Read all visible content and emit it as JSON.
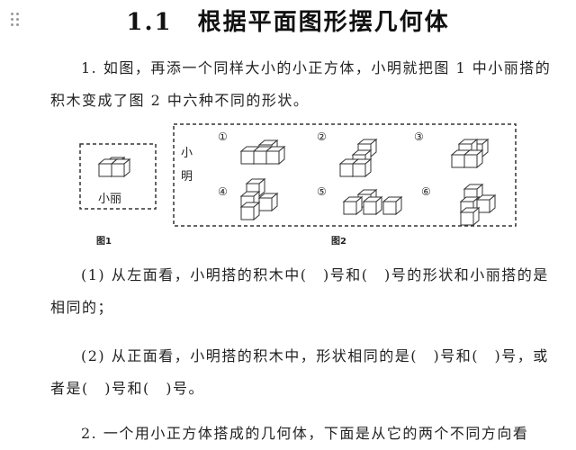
{
  "title": {
    "number": "1.1",
    "text": "根据平面图形摆几何体"
  },
  "paragraphs": {
    "p1": "1. 如图，再添一个同样大小的小正方体，小明就把图 1 中小丽搭的积木变成了图 2 中六种不同的形状。",
    "p2": "(1) 从左面看，小明搭的积木中(　)号和(　)号的形状和小丽搭的是相同的；",
    "p3": "(2) 从正面看，小明搭的积木中，形状相同的是(　)号和(　)号，或者是(　)号和(　)号。",
    "p4": "2. 一个用小正方体搭成的几何体，下面是从它的两个不同方向看"
  },
  "figure": {
    "xiaoli_label": "小丽",
    "xiaoming_label": "小明",
    "fig1_caption": "图1",
    "fig2_caption": "图2",
    "shape_numbers": [
      "①",
      "②",
      "③",
      "④",
      "⑤",
      "⑥"
    ]
  },
  "icons": {
    "drag_handle": "drag-handle-icon"
  }
}
